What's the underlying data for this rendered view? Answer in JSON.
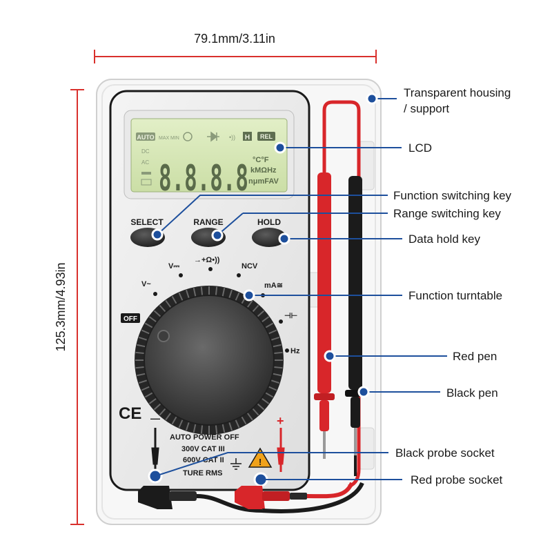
{
  "dimensions": {
    "width_label": "79.1mm/3.11in",
    "height_label": "125.3mm/4.93in"
  },
  "lcd": {
    "auto": "AUTO",
    "max": "MAX",
    "min": "MIN",
    "hold_box": "H",
    "rel": "REL",
    "dc": "DC",
    "ac": "AC",
    "digits": "8.8.8.8",
    "unit_temp": "°C°F",
    "unit_ohm": "kMΩHz",
    "unit_misc": "nμmFAV"
  },
  "buttons": {
    "select": "SELECT",
    "range": "RANGE",
    "hold": "HOLD"
  },
  "dial": {
    "v_dc": "V⎓",
    "ohm": "→+Ω•))",
    "ncv": "NCV",
    "v_ac": "V~",
    "ma": "mA≅",
    "off": "OFF",
    "cap": "⊣⊢",
    "hz": "Hz"
  },
  "panel": {
    "ce": "CE",
    "minus": "—",
    "plus": "+",
    "line1": "AUTO POWER OFF",
    "line2": "300V CAT III",
    "line3": "600V CAT II",
    "line4": "TURE RMS"
  },
  "callouts": {
    "housing_line1": "Transparent housing",
    "housing_line2": "/ support",
    "lcd": "LCD",
    "function_key": "Function switching key",
    "range_key": "Range switching key",
    "hold_key": "Data hold key",
    "turntable": "Function turntable",
    "red_pen": "Red pen",
    "black_pen": "Black pen",
    "black_socket": "Black probe socket",
    "red_socket": "Red probe socket"
  },
  "colors": {
    "dimension_line": "#d9302c",
    "callout_line": "#1d4f9c",
    "probe_red": "#d8262a",
    "probe_black": "#1b1b1b",
    "lcd_bg": "#d7e8b4"
  }
}
